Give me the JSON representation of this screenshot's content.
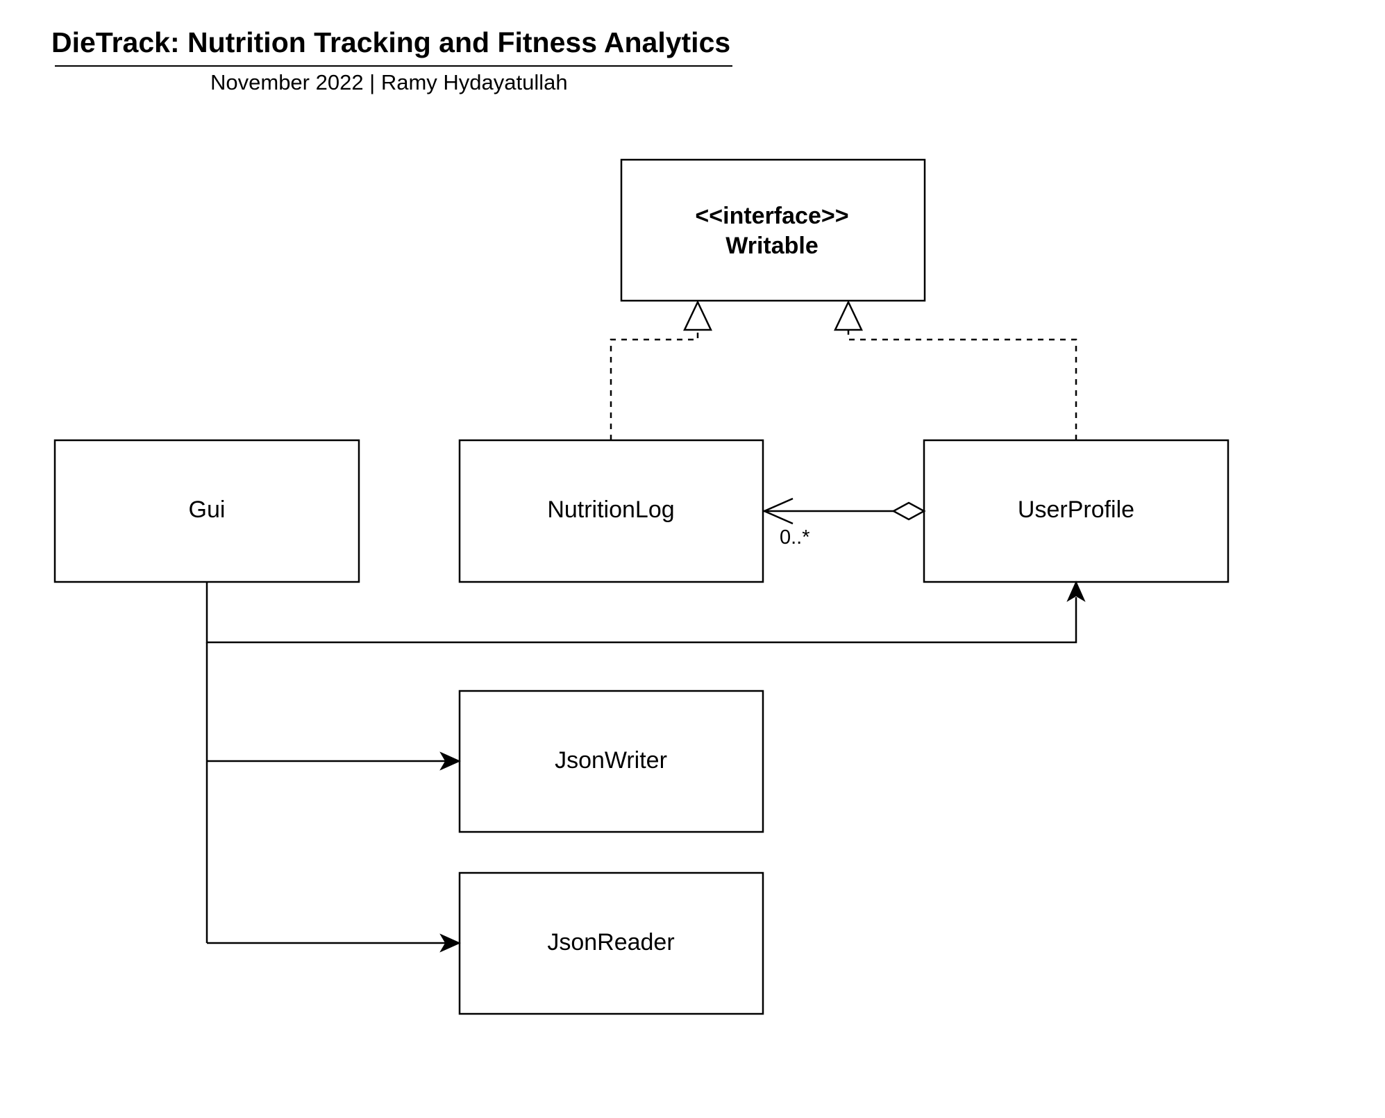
{
  "header": {
    "title": "DieTrack: Nutrition Tracking and Fitness Analytics",
    "subtitle": "November 2022 | Ramy Hydayatullah"
  },
  "diagram": {
    "interface": {
      "stereotype": "<<interface>>",
      "name": "Writable"
    },
    "classes": {
      "gui": "Gui",
      "nutrition_log": "NutritionLog",
      "user_profile": "UserProfile",
      "json_writer": "JsonWriter",
      "json_reader": "JsonReader"
    },
    "relationships": [
      {
        "from": "NutritionLog",
        "to": "Writable",
        "type": "realization"
      },
      {
        "from": "UserProfile",
        "to": "Writable",
        "type": "realization"
      },
      {
        "from": "UserProfile",
        "to": "NutritionLog",
        "type": "aggregation",
        "multiplicity": "0..*"
      },
      {
        "from": "Gui",
        "to": "UserProfile",
        "type": "association"
      },
      {
        "from": "Gui",
        "to": "JsonWriter",
        "type": "association"
      },
      {
        "from": "Gui",
        "to": "JsonReader",
        "type": "association"
      }
    ],
    "multiplicity_label": "0..*"
  }
}
